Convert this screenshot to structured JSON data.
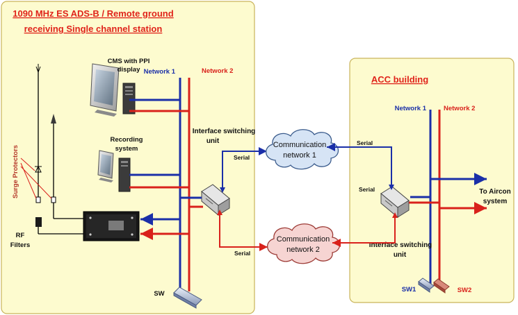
{
  "title": {
    "line1": "1090 MHz ES ADS-B / Remote ground",
    "line2": "receiving Single channel station"
  },
  "acc": {
    "title": "ACC building"
  },
  "labels": {
    "cms_line1": "CMS with PPI",
    "cms_line2": "display",
    "rec_line1": "Recording",
    "rec_line2": "system",
    "surge": "Surge Protectors",
    "rf_line1": "RF",
    "rf_line2": "Filters",
    "network1": "Network 1",
    "network2": "Network 2",
    "isu_line1": "Interface switching",
    "isu_line2": "unit",
    "serial": "Serial",
    "sw": "SW",
    "sw1": "SW1",
    "sw2": "SW2",
    "aircon_line1": "To Aircon",
    "aircon_line2": "system"
  },
  "clouds": {
    "net1_line1": "Communication",
    "net1_line2": "network 1",
    "net2_line1": "Communication",
    "net2_line2": "network 2"
  },
  "colors": {
    "panel_fill": "#fdfbcf",
    "network1": "#1a2fa8",
    "network2": "#d9211b",
    "title_red": "#e0231a",
    "cloud1_fill": "#d6e4f5",
    "cloud2_fill": "#f6d4d2"
  }
}
